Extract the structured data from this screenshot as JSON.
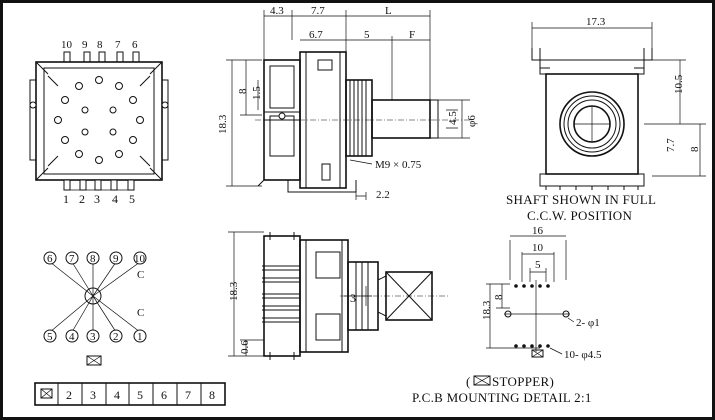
{
  "top_view": {
    "top_pins": [
      "10",
      "9",
      "8",
      "7",
      "6"
    ],
    "bottom_pins": [
      "1",
      "2",
      "3",
      "4",
      "5"
    ]
  },
  "side_view": {
    "dim_4_3": "4.3",
    "dim_7_7": "7.7",
    "dim_L": "L",
    "dim_6_7": "6.7",
    "dim_5": "5",
    "dim_F": "F",
    "dim_8": "8",
    "dim_1_5": "1.5",
    "dim_18_3": "18.3",
    "dim_4_5": "4.5",
    "dim_phi6": "φ6",
    "thread": "M9 × 0.75",
    "dim_2_2": "2.2"
  },
  "front_view": {
    "dim_17_3": "17.3",
    "dim_10_5": "10.5",
    "dim_7_7": "7.7",
    "dim_8": "8",
    "caption_line1": "SHAFT SHOWN IN FULL",
    "caption_line2": "C.C.W. POSITION"
  },
  "schematic": {
    "top_pins": [
      "6",
      "7",
      "8",
      "9",
      "10"
    ],
    "bottom_pins": [
      "5",
      "4",
      "3",
      "2",
      "1"
    ],
    "common_top": "C",
    "common_bottom": "C"
  },
  "bottom_side_view": {
    "dim_18_3": "18.3",
    "dim_0_6": "0.6",
    "dim_3": "3"
  },
  "pcb_detail": {
    "dim_16": "16",
    "dim_10": "10",
    "dim_5": "5",
    "dim_8": "8",
    "dim_18_3": "18.3",
    "hole_2": "2- φ1",
    "hole_10": "10- φ4.5"
  },
  "position_table": {
    "cells": [
      "",
      "2",
      "3",
      "4",
      "5",
      "6",
      "7",
      "8"
    ]
  },
  "legend": {
    "stopper_open": "(",
    "stopper": "STOPPER)"
  },
  "caption": {
    "pcb_title": "P.C.B  MOUNTING DETAIL 2:1"
  }
}
